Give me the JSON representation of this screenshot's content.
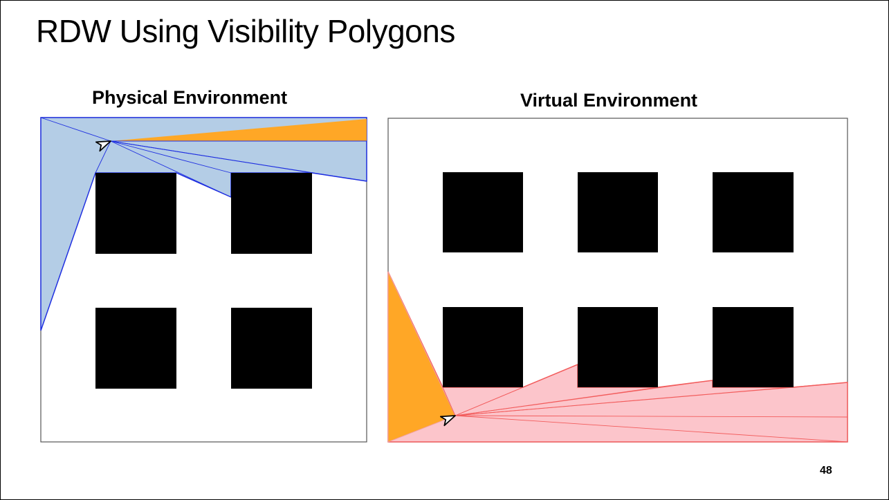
{
  "slide": {
    "title": "RDW Using Visibility Polygons",
    "page_number": "48"
  },
  "panels": {
    "physical": {
      "heading": "Physical Environment"
    },
    "virtual": {
      "heading": "Virtual Environment"
    }
  },
  "colors": {
    "physical_visibility_fill": "#b4cde6",
    "physical_visibility_stroke": "#1f2fe0",
    "virtual_visibility_fill": "#fcc5cb",
    "virtual_visibility_stroke": "#f25c5c",
    "highlight_fill": "#ffa726",
    "obstacle_fill": "#000000",
    "boundary_stroke": "#555555"
  },
  "icons": {
    "user_marker": "cursor-arrow-icon"
  }
}
